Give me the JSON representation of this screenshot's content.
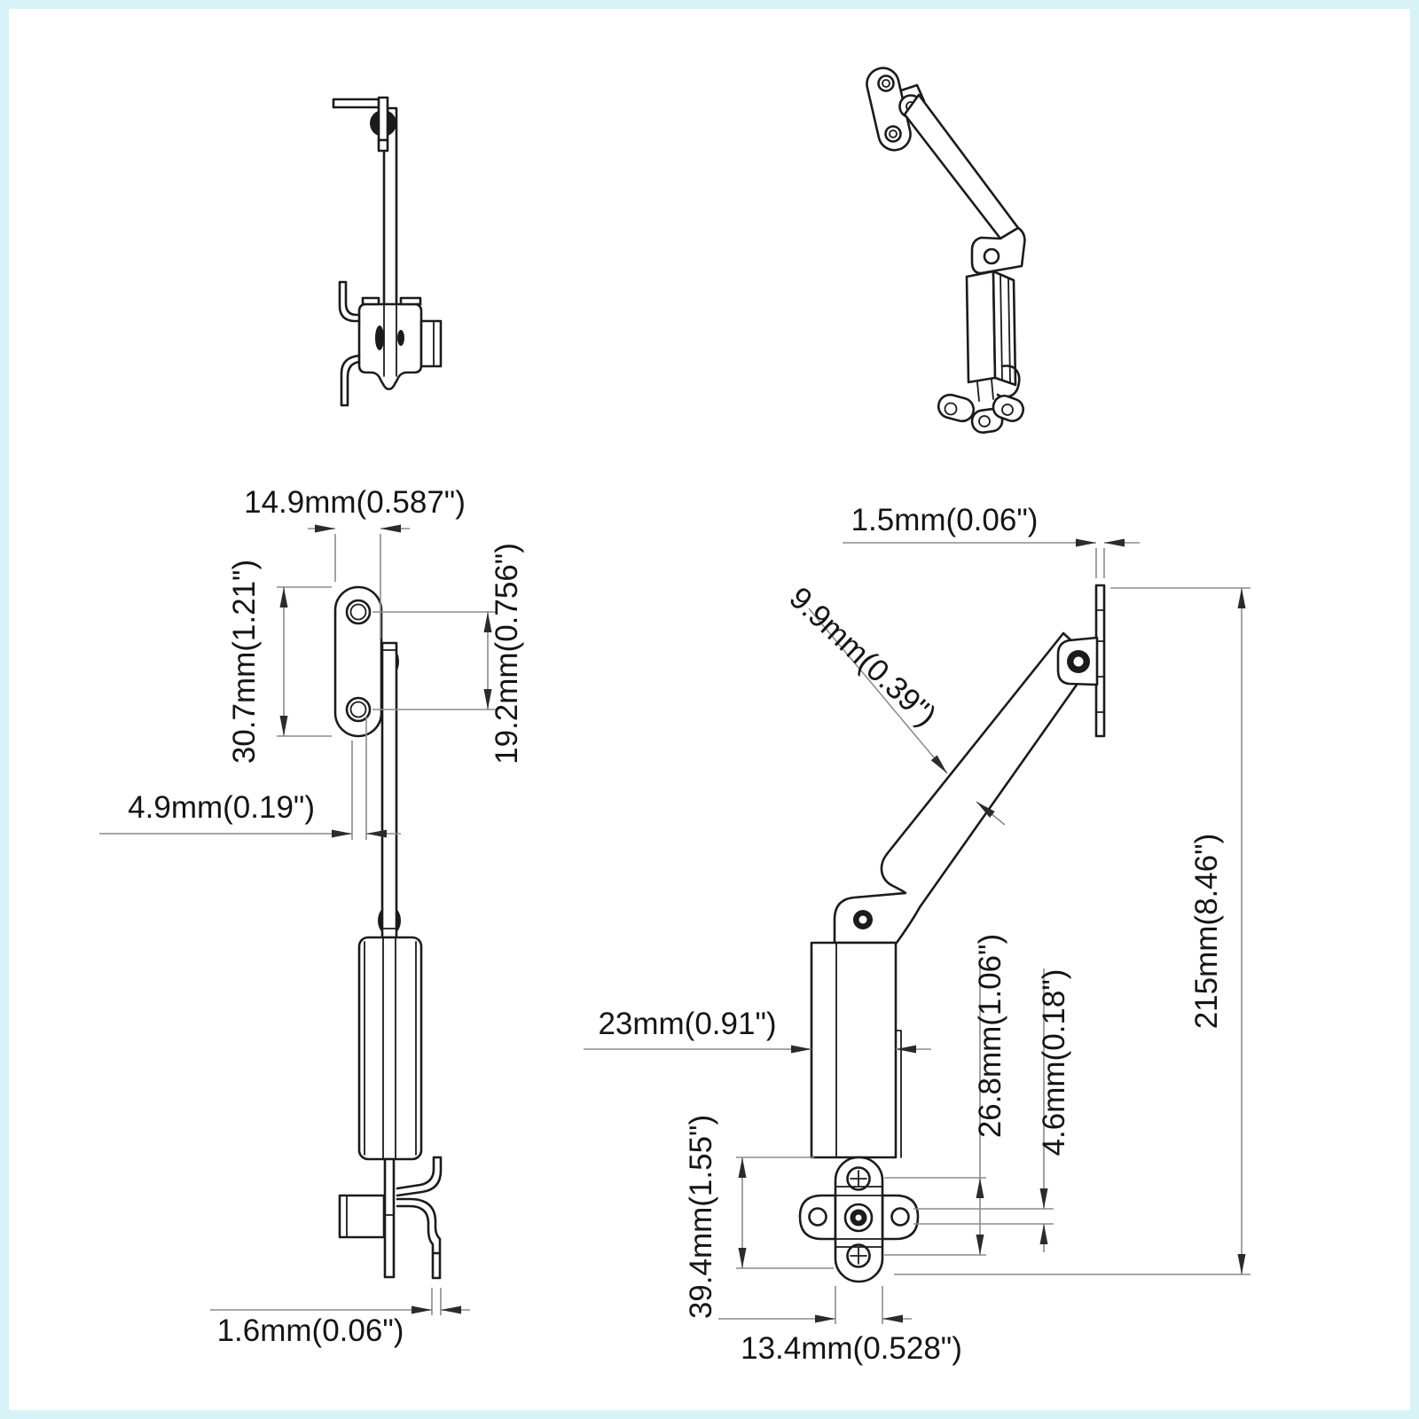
{
  "drawing": {
    "kind": "technical drawing - soft close lid support hinge, 4 views",
    "views": {
      "top_left": "folded side profile",
      "top_right": "isometric open view",
      "bottom_left": "folded front view with dimensions",
      "bottom_right": "open side view with dimensions"
    }
  },
  "dims": {
    "plate_width": "14.9mm(0.587\")",
    "plate_height": "30.7mm(1.21\")",
    "hole_spacing": "19.2mm(0.756\")",
    "plate_offset": "4.9mm(0.19\")",
    "bracket_thickness": "1.6mm(0.06\")",
    "wall_plate_thickness": "1.5mm(0.06\")",
    "arm_thickness": "9.9mm(0.39\")",
    "body_width": "23mm(0.91\")",
    "screw_spacing": "26.8mm(1.06\")",
    "hole_offset": "4.6mm(0.18\")",
    "overall_height": "215mm(8.46\")",
    "bracket_height": "39.4mm(1.55\")",
    "foot_width": "13.4mm(0.528\")"
  },
  "colors": {
    "line": "#1b1b1b",
    "dim_line": "#8c8c8c",
    "text": "#151515",
    "background": "#ffffff",
    "page_border": "#d7f3f8"
  }
}
